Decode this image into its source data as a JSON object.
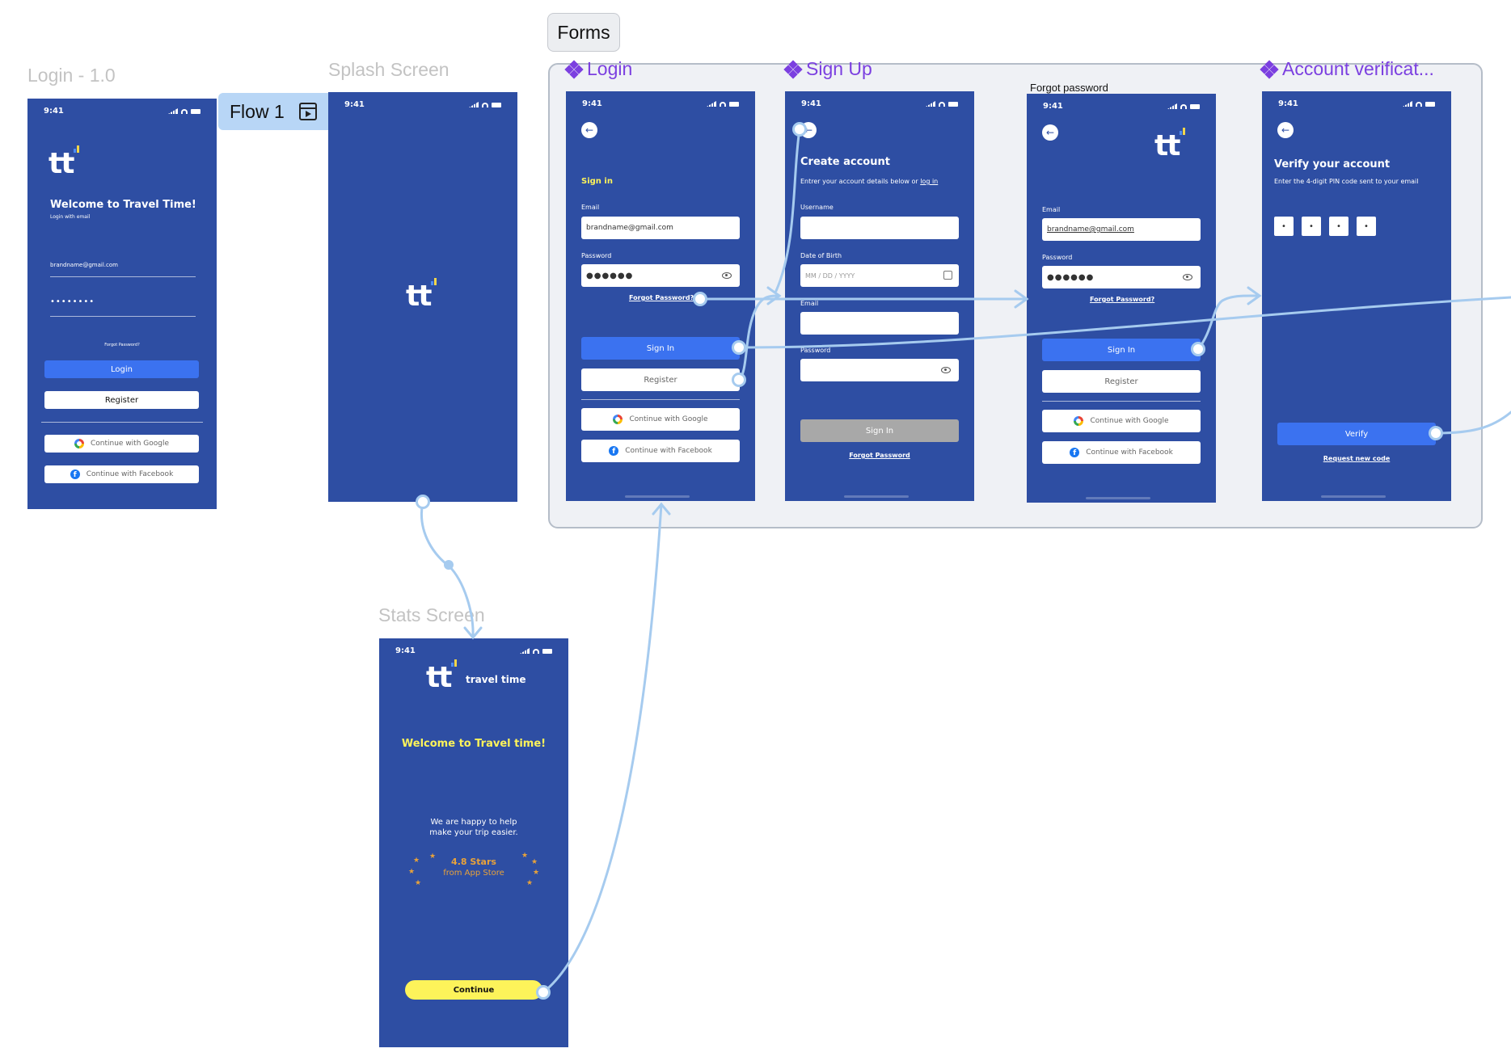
{
  "canvas": {
    "forms_title": "Forms",
    "flow_tag": "Flow 1",
    "labels": {
      "login_10": "Login - 1.0",
      "splash": "Splash Screen",
      "stats": "Stats Screen",
      "login": "Login",
      "signup": "Sign Up",
      "forgot": "Forgot password",
      "verify": "Account verificat..."
    }
  },
  "status_time": "9:41",
  "brand": {
    "logo": "tt",
    "name": "travel time"
  },
  "login10": {
    "welcome": "Welcome to Travel Time!",
    "subtitle": "Login with email",
    "email": "brandname@gmail.com",
    "password": "••••••••",
    "forgot": "Forgot Password?",
    "login_btn": "Login",
    "register_btn": "Register",
    "google_btn": "Continue with Google",
    "facebook_btn": "Continue with Facebook"
  },
  "login": {
    "title": "Sign in",
    "email_label": "Email",
    "email_value": "brandname@gmail.com",
    "password_label": "Password",
    "password_value": "●●●●●●",
    "forgot": "Forgot Password?",
    "signin_btn": "Sign In",
    "register_btn": "Register",
    "google_btn": "Continue with Google",
    "facebook_btn": "Continue with Facebook"
  },
  "signup": {
    "title": "Create account",
    "subtitle_pre": "Entrer your account details below or ",
    "subtitle_link": "log in",
    "username_label": "Username",
    "dob_label": "Date of Birth",
    "dob_placeholder": "MM / DD / YYYY",
    "email_label": "Email",
    "password_label": "Password",
    "signin_btn": "Sign In",
    "forgot": "Forgot Password"
  },
  "forgot": {
    "email_label": "Email",
    "email_value": "brandname@gmail.com",
    "password_label": "Password",
    "password_value": "●●●●●●",
    "forgot": "Forgot Password?",
    "signin_btn": "Sign In",
    "register_btn": "Register",
    "google_btn": "Continue with Google",
    "facebook_btn": "Continue with Facebook"
  },
  "verify": {
    "title": "Verify your account",
    "subtitle": "Enter the 4-digit PIN code sent to your email",
    "pins": [
      "•",
      "•",
      "•",
      "•"
    ],
    "verify_btn": "Verify",
    "request": "Request new code"
  },
  "stats": {
    "welcome": "Welcome to Travel time!",
    "line1": "We are happy to help",
    "line2": "make your trip easier.",
    "stars": "4.8 Stars",
    "store": "from App Store",
    "continue_btn": "Continue"
  },
  "colors": {
    "phone_bg": "#2e4ea3",
    "primary": "#3b72f0",
    "accent_yellow": "#fdf35a",
    "component": "#7b3fe0",
    "connector": "#a6cbef"
  }
}
